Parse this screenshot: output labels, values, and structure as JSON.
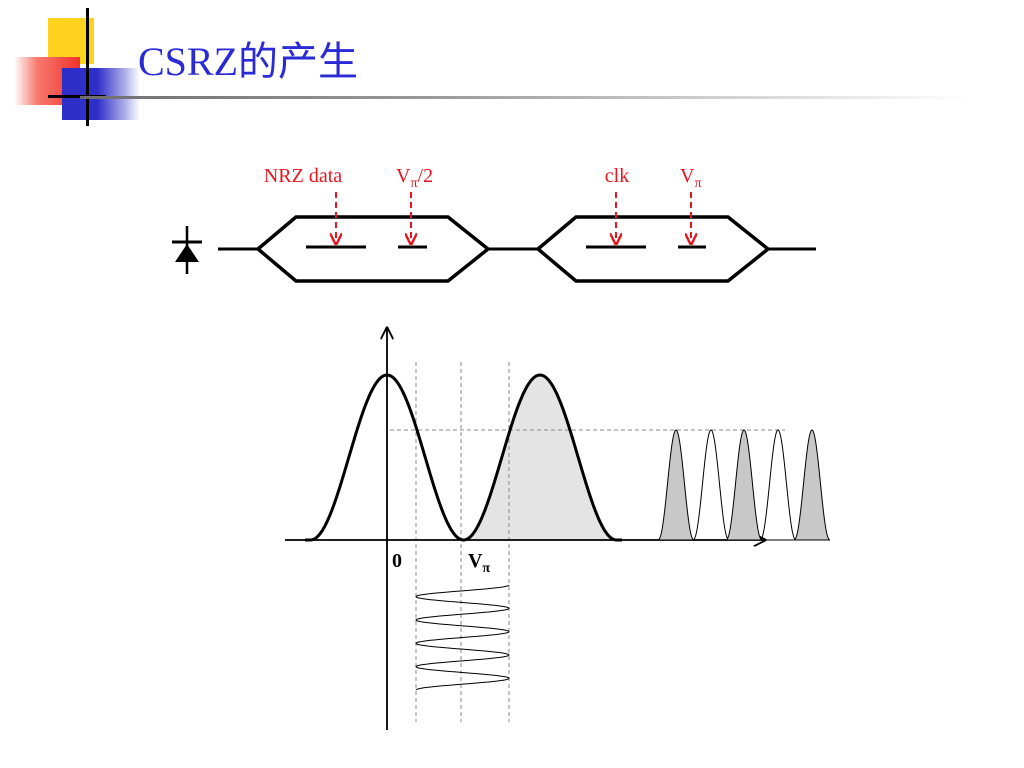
{
  "slide": {
    "title": "CSRZ的产生",
    "title_color": "#2b2bd6"
  },
  "colors": {
    "accent_red": "#e8141e",
    "line": "#000000",
    "fill_gray": "#e4e4e4",
    "deco_yellow": "#ffd21e",
    "deco_red": "#f0322d",
    "deco_blue": "#2e2ec8"
  },
  "modulators": [
    {
      "inputs": [
        {
          "label": "NRZ data",
          "sub": ""
        },
        {
          "label": "V",
          "sub": "π",
          "suffix": "/2"
        }
      ]
    },
    {
      "inputs": [
        {
          "label": "clk",
          "sub": ""
        },
        {
          "label": "V",
          "sub": "π",
          "suffix": ""
        }
      ]
    }
  ],
  "laser_icon": "laser-diode-icon",
  "transfer_plot": {
    "x_tick_labels": [
      "0",
      "Vπ"
    ]
  }
}
